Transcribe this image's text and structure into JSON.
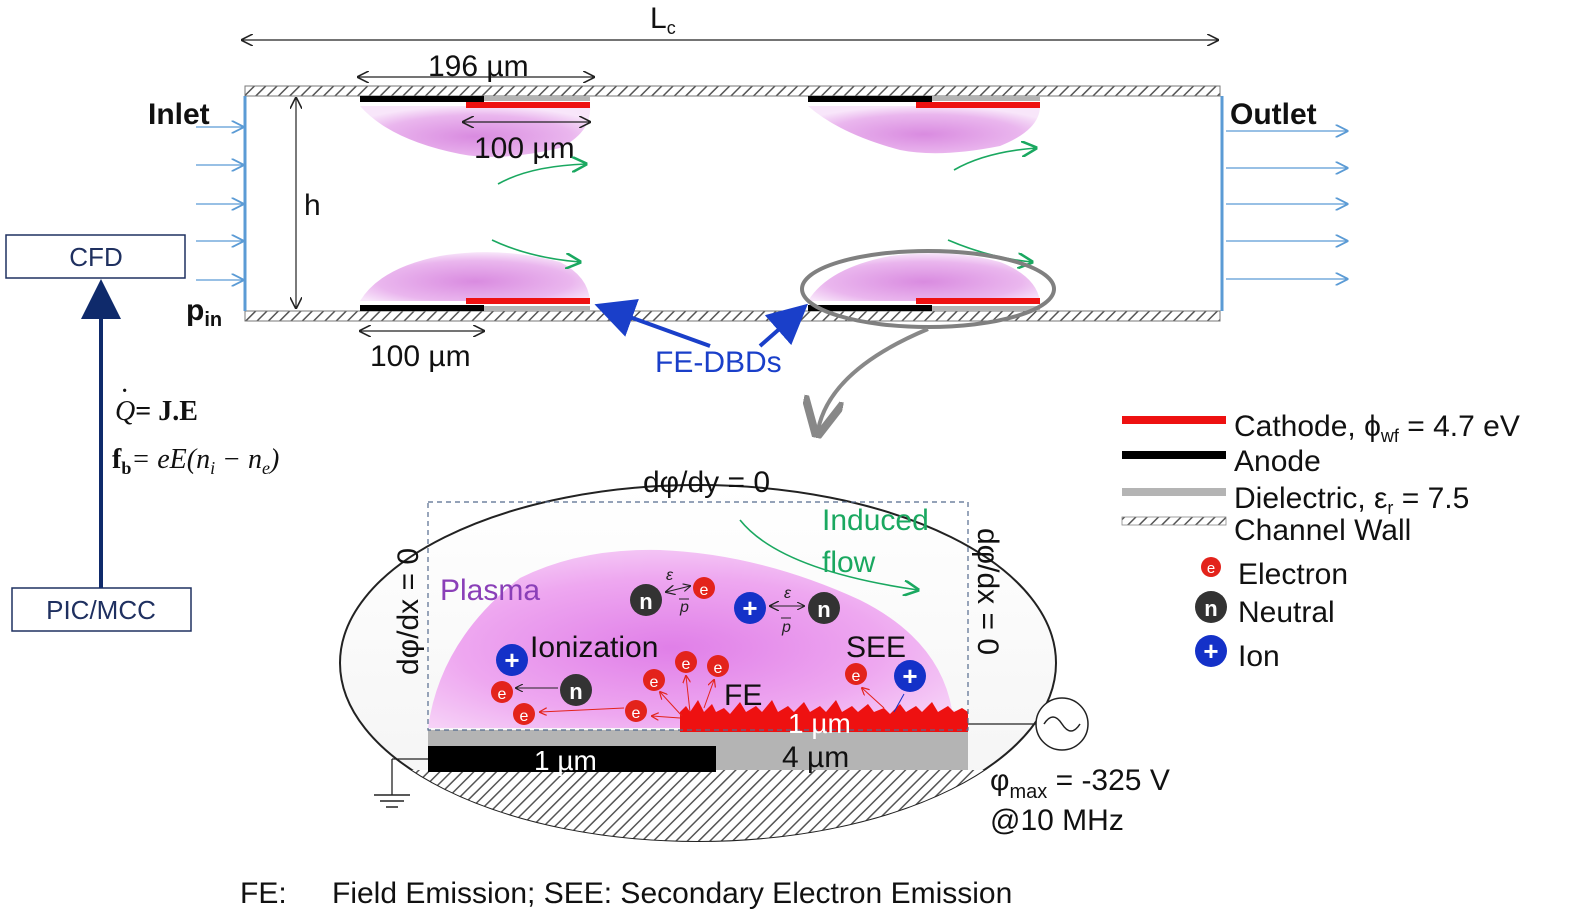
{
  "dimensions": {
    "channel_length": "L",
    "channel_length_sub": "c",
    "channel_height": "h",
    "electrode_span": "196 µm",
    "cathode_length": "100 µm",
    "anode_length": "100 µm"
  },
  "labels": {
    "inlet": "Inlet",
    "outlet": "Outlet",
    "inlet_pressure": "p",
    "inlet_pressure_sub": "in",
    "fe_dbds": "FE-DBDs"
  },
  "coupling": {
    "cfd": "CFD",
    "pic_mcc": "PIC/MCC",
    "heat_eq": {
      "lhs": "Q",
      "rhs": "= J.E"
    },
    "force_eq": {
      "lhs": "f",
      "lhs_sub": "b",
      "rhs_a": "= eE(n",
      "rhs_sub_i": "i",
      "rhs_b": " − n",
      "rhs_sub_e": "e",
      "rhs_c": ")"
    }
  },
  "zoom": {
    "top_bc": "dφ/dy = 0",
    "left_bc": "dφ/dx = 0",
    "right_bc": "dφ/dx = 0",
    "induced_flow_1": "Induced",
    "induced_flow_2": "flow",
    "plasma": "Plasma",
    "ionization": "Ionization",
    "see": "SEE",
    "fe": "FE",
    "cathode_thickness": "1 µm",
    "anode_thickness": "1 µm",
    "dielectric_length": "4 µm",
    "phi_max_a": "φ",
    "phi_max_sub": "max",
    "phi_max_b": " = -325 V",
    "frequency": "@10 MHz",
    "epsilon": "ε",
    "momentum": "p",
    "electron_symbol": "e",
    "neutral_symbol": "n",
    "ion_symbol": "+"
  },
  "legend": {
    "cathode_a": "Cathode, ϕ",
    "cathode_sub": "wf",
    "cathode_b": " = 4.7 eV",
    "anode": "Anode",
    "dielectric_a": "Dielectric, ε",
    "dielectric_sub": "r",
    "dielectric_b": " = 7.5",
    "wall": "Channel Wall",
    "electron": "Electron",
    "neutral": "Neutral",
    "ion": "Ion",
    "electron_symbol": "e",
    "neutral_symbol": "n",
    "ion_symbol": "+"
  },
  "footnote": {
    "abbr": "FE:",
    "text": "Field Emission; SEE: Secondary Electron Emission"
  },
  "colors": {
    "cathode": "#ee1111",
    "anode": "#000000",
    "dielectric": "#b4b4b4",
    "plasma": "#e39ae6",
    "flow_arrow": "#1aa860",
    "inlet_arrow": "#5b9bd5",
    "fe_dbd_label": "#1a3fc9",
    "coupling_arrow": "#0f2a6b",
    "electron": "#e3231b",
    "neutral": "#333333",
    "ion": "#1431c8"
  }
}
